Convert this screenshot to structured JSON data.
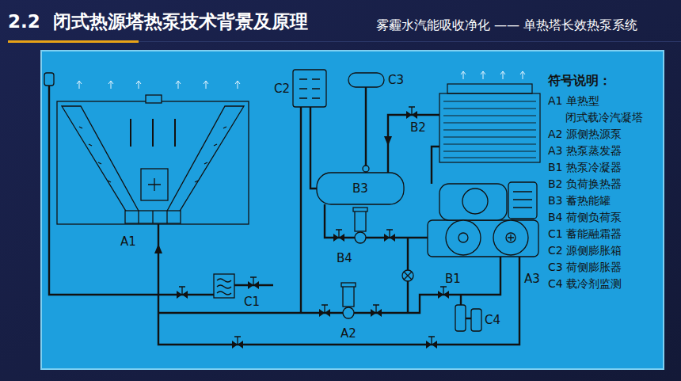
{
  "diagram": {
    "title": "2.2  闭式热源塔热泵技术背景及原理",
    "labels": [
      "雾霾水汽能吸收净化 —— 单热塔长效热泵系统",
      "C2",
      "C3",
      "B2",
      "B3",
      "A1",
      "B4",
      "C1",
      "B1",
      "A3",
      "A2",
      "C4",
      "符号说明：",
      "A1 单热型 闭式载冷汽凝塔",
      "A2 源侧热源泵",
      "A3 热泵蒸发器",
      "B1 热泵冷凝器",
      "B2 负荷换热器",
      "B3 蓄热能罐",
      "B4 荷侧负荷泵",
      "C1 蓄能融霜器",
      "C2 源侧膨胀箱",
      "C3 荷侧膨胀器",
      "C4 载冷剂监测"
    ]
  }
}
